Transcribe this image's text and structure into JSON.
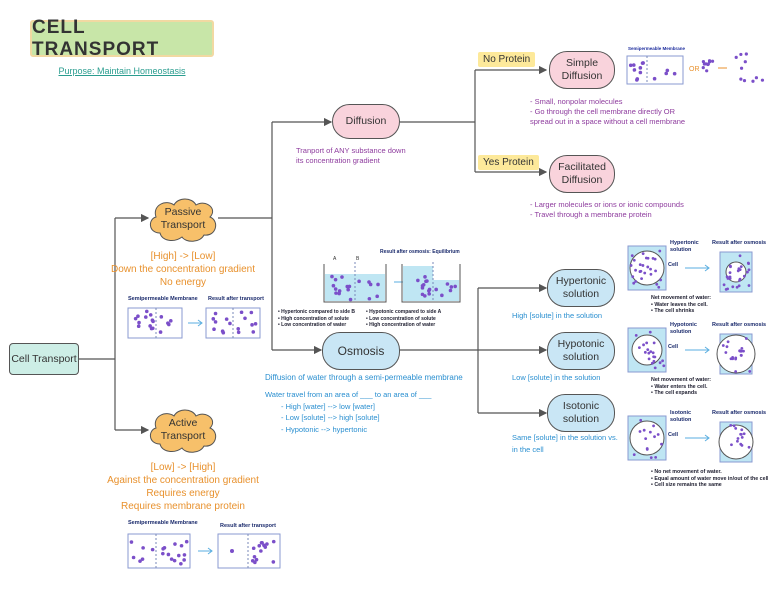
{
  "title": "CELL TRANSPORT",
  "purpose": "Purpose: Maintain Homeostasis",
  "root": "Cell Transport",
  "passive": {
    "label": "Passive Transport",
    "lines": [
      "[High] -> [Low]",
      "Down the concentration gradient",
      "No energy"
    ],
    "membrane_label": "Semipermeable Membrane",
    "result_label": "Result after transport"
  },
  "active": {
    "label": "Active Transport",
    "lines": [
      "[Low] -> [High]",
      "Against the concentration gradient",
      "Requires energy",
      "Requires membrane protein"
    ],
    "membrane_label": "Semipermeable Membrane",
    "result_label": "Result after transport"
  },
  "diffusion": {
    "label": "Diffusion",
    "desc": "Tranport of ANY substance down its concentration gradient",
    "simple": {
      "tag": "No Protein",
      "label": "Simple Diffusion",
      "membrane_label": "Semipermeable Membrane",
      "or": "OR",
      "notes": [
        "- Small, nonpolar molecules",
        "- Go through the cell membrane directly OR",
        "spread out in a space without a cell membrane"
      ]
    },
    "facilitated": {
      "tag": "Yes Protein",
      "label": "Facilitated Diffusion",
      "notes": [
        "- Larger molecules or ions or ionic compounds",
        "- Travel through a membrane protein"
      ]
    }
  },
  "osmosis": {
    "label": "Osmosis",
    "desc": "Diffusion of water through a semi-permeable membrane",
    "travel": "Water travel from an area of ___ to an area of ___",
    "travel_items": [
      "- High [water] --> low [water]",
      "- Low [solute] --> high [solute]",
      "- Hypotonic --> hypertonic"
    ],
    "beaker": {
      "side_a": "A",
      "side_b": "B",
      "result_label": "Result after osmosis: Equilibrium",
      "a_notes": [
        "Hypertonic compared to side B",
        "High concentration of solute",
        "Low concentration of water"
      ],
      "b_notes": [
        "Hypotonic compared to side A",
        "Low concentration of solute",
        "High concentration of water"
      ]
    },
    "solutions": [
      {
        "label": "Hypertonic solution",
        "desc": "High [solute] in the solution",
        "sol_label": "Hypertonic solution",
        "cell_label": "Cell",
        "result_label": "Result after osmosis",
        "notes": [
          "Net movement of water:",
          "Water leaves the cell.",
          "The cell shrinks"
        ]
      },
      {
        "label": "Hypotonic solution",
        "desc": "Low [solute] in the solution",
        "sol_label": "Hypotonic solution",
        "cell_label": "Cell",
        "result_label": "Result after osmosis",
        "notes": [
          "Net movement of water:",
          "Water enters the cell.",
          "The cell expands"
        ]
      },
      {
        "label": "Isotonic solution",
        "desc": "Same [solute] in the solution vs. in the cell",
        "sol_label": "Isotonic solution",
        "cell_label": "Cell",
        "result_label": "Result after osmosis",
        "notes": [
          "No net movement of water.",
          "Equal amount of water move in/out of the cell",
          "Cell size remains the same"
        ]
      }
    ]
  },
  "colors": {
    "title_bg": "#c8e6a8",
    "diffusion": "#f9d3dc",
    "osmosis": "#c9e6f5",
    "cloud": "#f7c06a",
    "orange_text": "#e8912d",
    "purple_text": "#8e3c9e",
    "blue_text": "#2a8fd0",
    "tag": "#fde99a",
    "molecule": "#7b4fc9"
  }
}
